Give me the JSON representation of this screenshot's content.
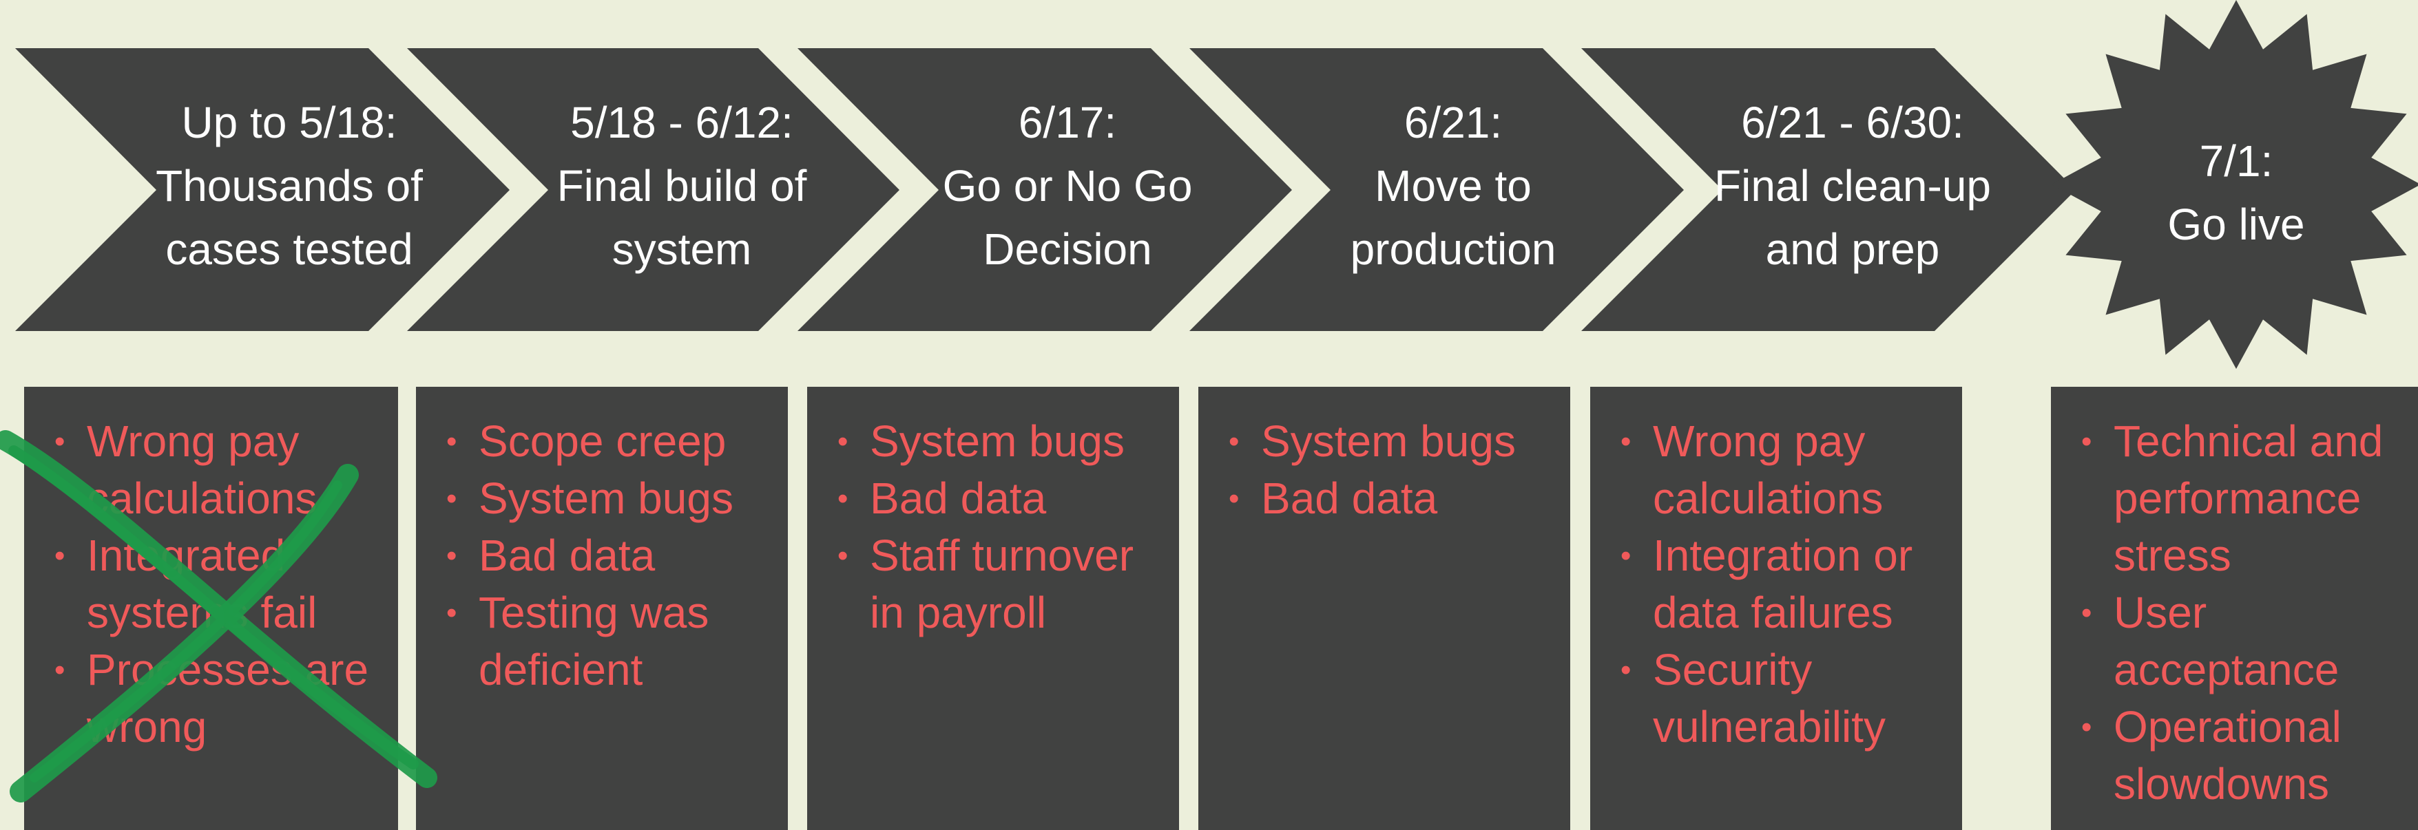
{
  "stages": [
    {
      "lines": [
        "Up to 5/18:",
        "Thousands of",
        "cases tested"
      ]
    },
    {
      "lines": [
        "5/18  - 6/12:",
        "Final build of",
        "system"
      ]
    },
    {
      "lines": [
        "6/17:",
        "Go or No Go",
        "Decision"
      ]
    },
    {
      "lines": [
        "6/21:",
        "Move to",
        "production"
      ]
    },
    {
      "lines": [
        "6/21  - 6/30:",
        "Final clean-up",
        "and prep"
      ]
    },
    {
      "lines": [
        "7/1:",
        "Go live"
      ]
    }
  ],
  "risks": [
    {
      "items": [
        [
          "Wrong pay",
          "calculations"
        ],
        [
          "Integrated",
          "systems fail"
        ],
        [
          "Processes are",
          "wrong"
        ]
      ],
      "completed": true
    },
    {
      "items": [
        [
          "Scope creep"
        ],
        [
          "System bugs"
        ],
        [
          "Bad data"
        ],
        [
          "Testing was",
          "deficient"
        ]
      ]
    },
    {
      "items": [
        [
          "System bugs"
        ],
        [
          "Bad data"
        ],
        [
          "Staff turnover",
          "in payroll"
        ]
      ]
    },
    {
      "items": [
        [
          "System bugs"
        ],
        [
          "Bad data"
        ]
      ]
    },
    {
      "items": [
        [
          "Wrong pay",
          "calculations"
        ],
        [
          "Integration or",
          "data failures"
        ],
        [
          "Security",
          "vulnerability"
        ]
      ]
    },
    {
      "items": [
        [
          "Technical and",
          "performance",
          "stress"
        ],
        [
          "User",
          "acceptance"
        ],
        [
          "Operational",
          "slowdowns"
        ]
      ]
    }
  ],
  "colors": {
    "background": "#ECEFDB",
    "shape_fill": "#414241",
    "stage_text": "#FFFFFF",
    "risk_text": "#F05A5A",
    "strike_mark": "#1E9A4A"
  },
  "icons": {
    "completed_marker": "green-x-strike-icon"
  }
}
